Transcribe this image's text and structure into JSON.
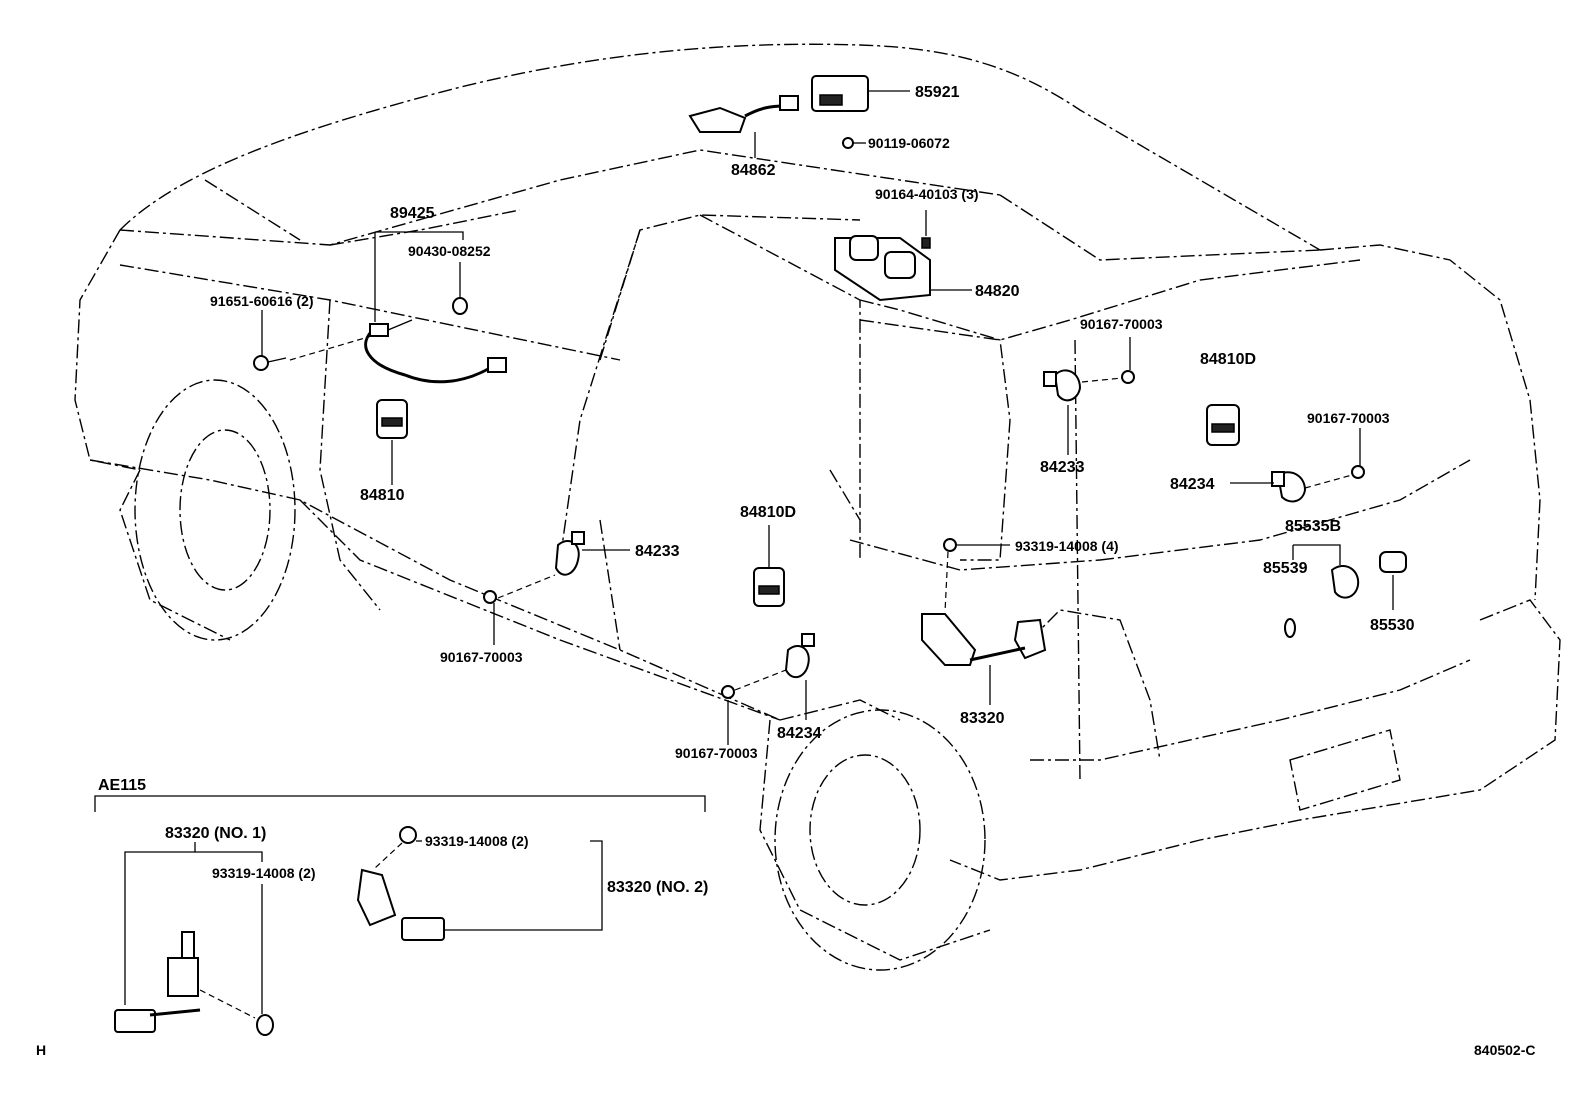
{
  "parts": {
    "p85921": "85921",
    "p90119_06072": "90119-06072",
    "p84862": "84862",
    "p90164_40103": "90164-40103 (3)",
    "p84820": "84820",
    "p89425": "89425",
    "p90430_08252": "90430-08252",
    "p91651_60616": "91651-60616 (2)",
    "p84810": "84810",
    "p90167_70003_a": "90167-70003",
    "p84810D_right": "84810D",
    "p90167_70003_b": "90167-70003",
    "p84233_right": "84233",
    "p84234_right": "84234",
    "p85535B": "85535B",
    "p85539": "85539",
    "p85530": "85530",
    "p93319_14008_4": "93319-14008 (4)",
    "p84810D_center": "84810D",
    "p84233_left": "84233",
    "p90167_70003_c": "90167-70003",
    "p84234_center": "84234",
    "p90167_70003_d": "90167-70003",
    "p83320": "83320"
  },
  "inset": {
    "title": "AE115",
    "p83320_no1": "83320 (NO. 1)",
    "p93319_14008_2a": "93319-14008 (2)",
    "p93319_14008_2b": "93319-14008 (2)",
    "p83320_no2": "83320 (NO. 2)"
  },
  "footer": {
    "left_code": "H",
    "diagram_code": "840502-C"
  }
}
